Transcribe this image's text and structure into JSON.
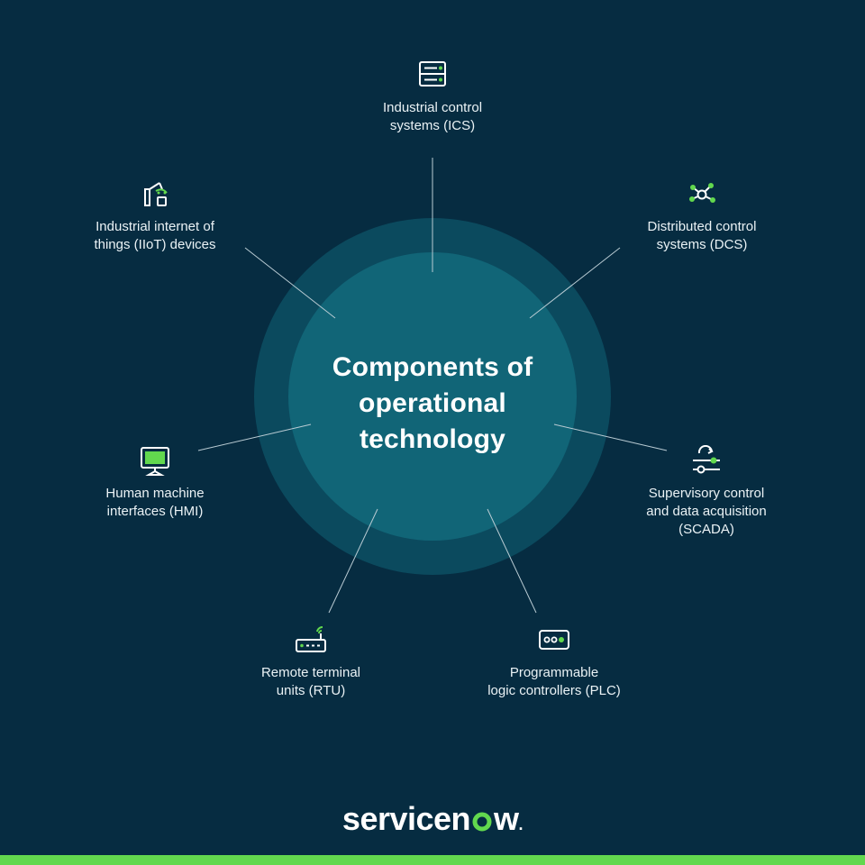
{
  "title": {
    "line1": "Components of",
    "line2": "operational",
    "line3": "technology"
  },
  "colors": {
    "background": "#062c41",
    "outer_ring": "#0b4a5e",
    "inner_circle": "#116577",
    "accent": "#62d84e",
    "connector": "#b9cbd3"
  },
  "components": [
    {
      "id": "ics",
      "icon": "server-icon",
      "label": "Industrial control\nsystems (ICS)"
    },
    {
      "id": "dcs",
      "icon": "network-nodes-icon",
      "label": "Distributed control\nsystems (DCS)"
    },
    {
      "id": "scada",
      "icon": "sliders-icon",
      "label": "Supervisory control\nand data acquisition\n(SCADA)"
    },
    {
      "id": "plc",
      "icon": "controller-icon",
      "label": "Programmable\nlogic controllers (PLC)"
    },
    {
      "id": "rtu",
      "icon": "router-icon",
      "label": "Remote terminal\nunits (RTU)"
    },
    {
      "id": "hmi",
      "icon": "monitor-icon",
      "label": "Human machine\ninterfaces (HMI)"
    },
    {
      "id": "iiot",
      "icon": "robot-arm-icon",
      "label": "Industrial internet of\nthings (IIoT) devices"
    }
  ],
  "brand": {
    "logo_text_before": "servicen",
    "logo_text_after": "w",
    "trademark": "."
  }
}
